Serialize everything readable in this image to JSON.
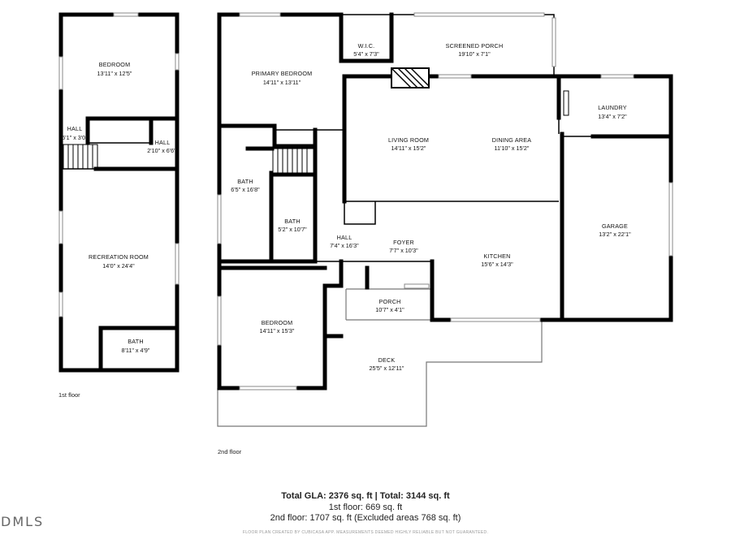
{
  "floors": [
    {
      "label": "1st floor",
      "rooms": [
        {
          "name": "BEDROOM",
          "dims": "13'11\" x 12'5\""
        },
        {
          "name": "HALL",
          "dims": "5'1\" x 3'0\""
        },
        {
          "name": "HALL",
          "dims": "2'10\" x 6'6\""
        },
        {
          "name": "RECREATION ROOM",
          "dims": "14'0\" x 24'4\""
        },
        {
          "name": "BATH",
          "dims": "8'11\" x 4'9\""
        }
      ]
    },
    {
      "label": "2nd floor",
      "rooms": [
        {
          "name": "PRIMARY BEDROOM",
          "dims": "14'11\" x 13'11\""
        },
        {
          "name": "W.I.C.",
          "dims": "5'4\" x 7'3\""
        },
        {
          "name": "SCREENED PORCH",
          "dims": "19'10\" x 7'1\""
        },
        {
          "name": "LAUNDRY",
          "dims": "13'4\" x 7'2\""
        },
        {
          "name": "LIVING ROOM",
          "dims": "14'11\" x 15'2\""
        },
        {
          "name": "DINING AREA",
          "dims": "11'10\" x 15'2\""
        },
        {
          "name": "BATH",
          "dims": "6'5\" x 16'8\""
        },
        {
          "name": "BATH",
          "dims": "5'2\" x 10'7\""
        },
        {
          "name": "HALL",
          "dims": "7'4\" x 16'3\""
        },
        {
          "name": "FOYER",
          "dims": "7'7\" x 10'3\""
        },
        {
          "name": "GARAGE",
          "dims": "13'2\" x 22'1\""
        },
        {
          "name": "KITCHEN",
          "dims": "15'6\" x 14'3\""
        },
        {
          "name": "PORCH",
          "dims": "10'7\" x 4'1\""
        },
        {
          "name": "BEDROOM",
          "dims": "14'11\" x 15'3\""
        },
        {
          "name": "DECK",
          "dims": "25'5\" x 12'11\""
        }
      ]
    }
  ],
  "summary": {
    "total": "Total GLA: 2376 sq. ft | Total: 3144 sq. ft",
    "floor1": "1st floor: 669 sq. ft",
    "floor2": "2nd floor: 1707 sq. ft (Excluded areas 768 sq. ft)",
    "credit": "FLOOR PLAN CREATED BY CUBICASA APP. MEASUREMENTS DEEMED HIGHLY RELIABLE BUT NOT GUARANTEED."
  },
  "logo": "DMLS"
}
